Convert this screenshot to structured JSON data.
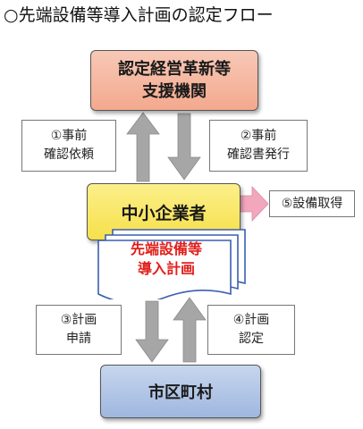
{
  "title": "○先端設備等導入計画の認定フロー",
  "nodes": {
    "support_org": {
      "line1": "認定経営革新等",
      "line2": "支援機関"
    },
    "sme": {
      "label": "中小企業者"
    },
    "plan_doc": {
      "line1": "先端設備等",
      "line2": "導入計画"
    },
    "municipality": {
      "label": "市区町村"
    }
  },
  "steps": {
    "step1": {
      "line1": "①事前",
      "line2": "確認依頼"
    },
    "step2": {
      "line1": "②事前",
      "line2": "確認書発行"
    },
    "step3": {
      "line1": "③計画",
      "line2": "申請"
    },
    "step4": {
      "line1": "④計画",
      "line2": "認定"
    },
    "step5": {
      "label": "⑤設備取得"
    }
  },
  "colors": {
    "support_box": "#f3a98e",
    "sme_box": "#f6e04a",
    "municipality_box": "#9fb7df",
    "doc_border": "#3a5fb0",
    "doc_text": "#e0201c",
    "gray_arrow": "#a6a6a6",
    "pink_arrow": "#f2a7bd"
  }
}
